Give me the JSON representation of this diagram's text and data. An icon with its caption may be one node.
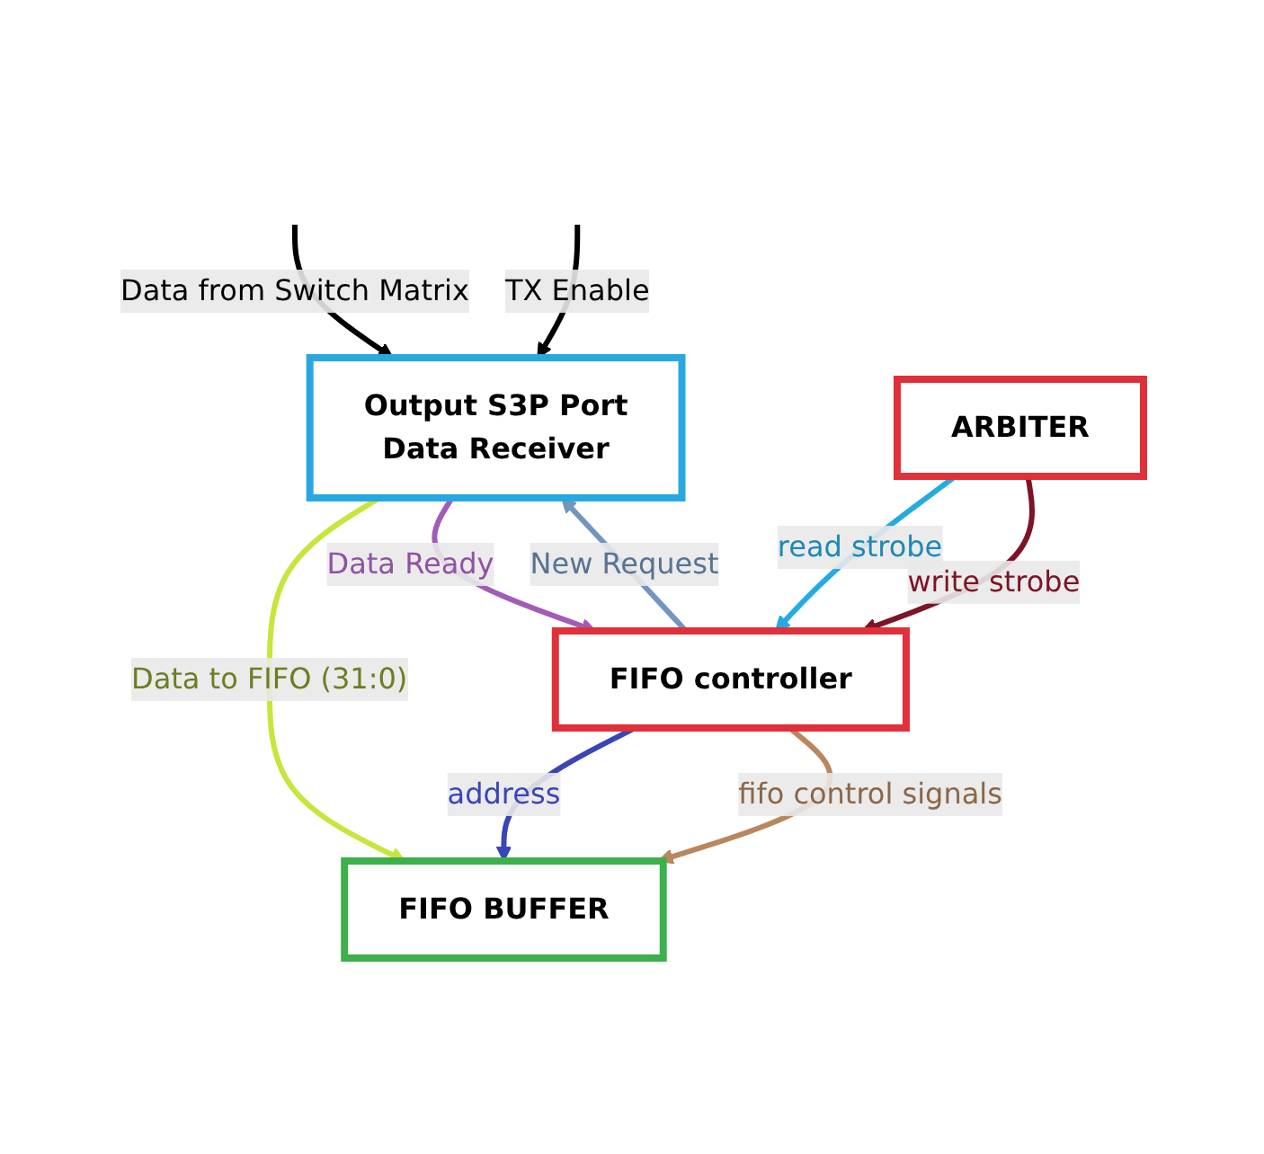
{
  "diagram": {
    "nodes": [
      {
        "text": [
          "Output S3P Port",
          "Data Receiver"
        ]
      },
      {
        "text": [
          "ARBITER"
        ]
      },
      {
        "text": [
          "FIFO controller"
        ]
      },
      {
        "text": [
          "FIFO BUFFER"
        ]
      }
    ],
    "edges": [
      {
        "from": null,
        "to": 0,
        "arrow": "to",
        "label": "Data from Switch Matrix",
        "color": "#000000"
      },
      {
        "from": null,
        "to": 0,
        "arrow": "to",
        "label": "TX Enable",
        "color": "#000000"
      },
      {
        "from": 0,
        "to": 3,
        "arrow": "to",
        "label": "Data to FIFO (31:0)",
        "color": "#c6e63c"
      },
      {
        "from": 0,
        "to": 2,
        "arrow": "to",
        "label": "Data Ready",
        "color": "#a25cb8"
      },
      {
        "from": 2,
        "to": 0,
        "arrow": "to",
        "label": "New Request",
        "color": "#7196bf"
      },
      {
        "from": 1,
        "to": 2,
        "arrow": "to",
        "label": "read strobe",
        "color": "#25abe0"
      },
      {
        "from": 1,
        "to": 2,
        "arrow": "to",
        "label": "write strobe",
        "color": "#7d1326"
      },
      {
        "from": 2,
        "to": 3,
        "arrow": "to",
        "label": "address",
        "color": "#3a45b8"
      },
      {
        "from": 2,
        "to": 3,
        "arrow": "to",
        "label": "fifo control signals",
        "color": "#b9875d"
      }
    ]
  }
}
